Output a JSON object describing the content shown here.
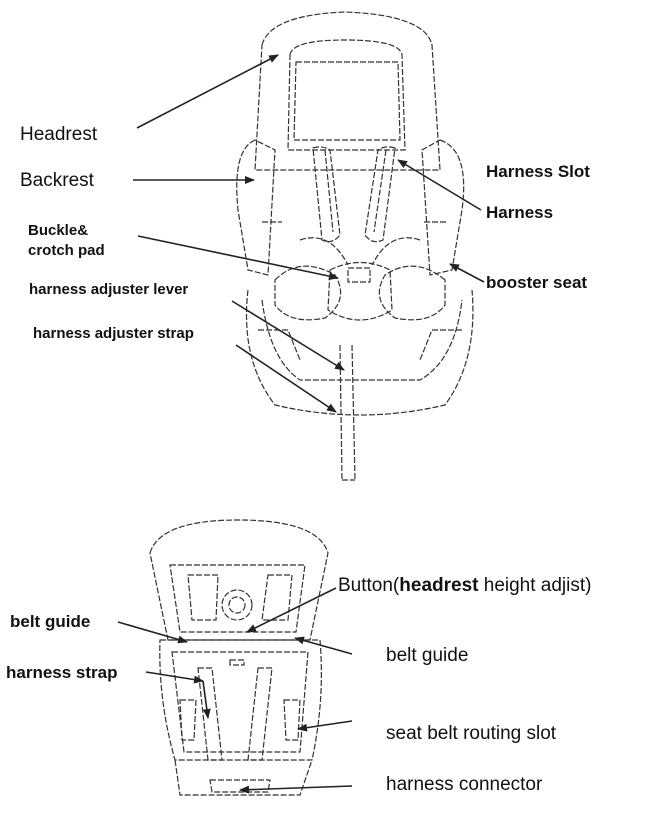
{
  "top_figure": {
    "labels": {
      "headrest": "Headrest",
      "backrest": "Backrest",
      "harness_slot": "Harness Slot",
      "harness": "Harness",
      "buckle_line1": "Buckle&",
      "buckle_line2": "crotch pad",
      "booster_seat": "booster seat",
      "harness_adjuster_lever": "harness adjuster lever",
      "harness_adjuster_strap": "harness adjuster strap"
    }
  },
  "bottom_figure": {
    "labels": {
      "button_prefix": "Button(",
      "button_bold": "headrest",
      "button_suffix": " height adjist)",
      "belt_guide_left": "belt guide",
      "belt_guide_right": "belt guide",
      "harness_strap": "harness strap",
      "seat_belt_routing_slot": "seat belt  routing slot",
      "harness_connector": "harness connector"
    }
  },
  "colors": {
    "line": "#222222",
    "text": "#111111"
  }
}
